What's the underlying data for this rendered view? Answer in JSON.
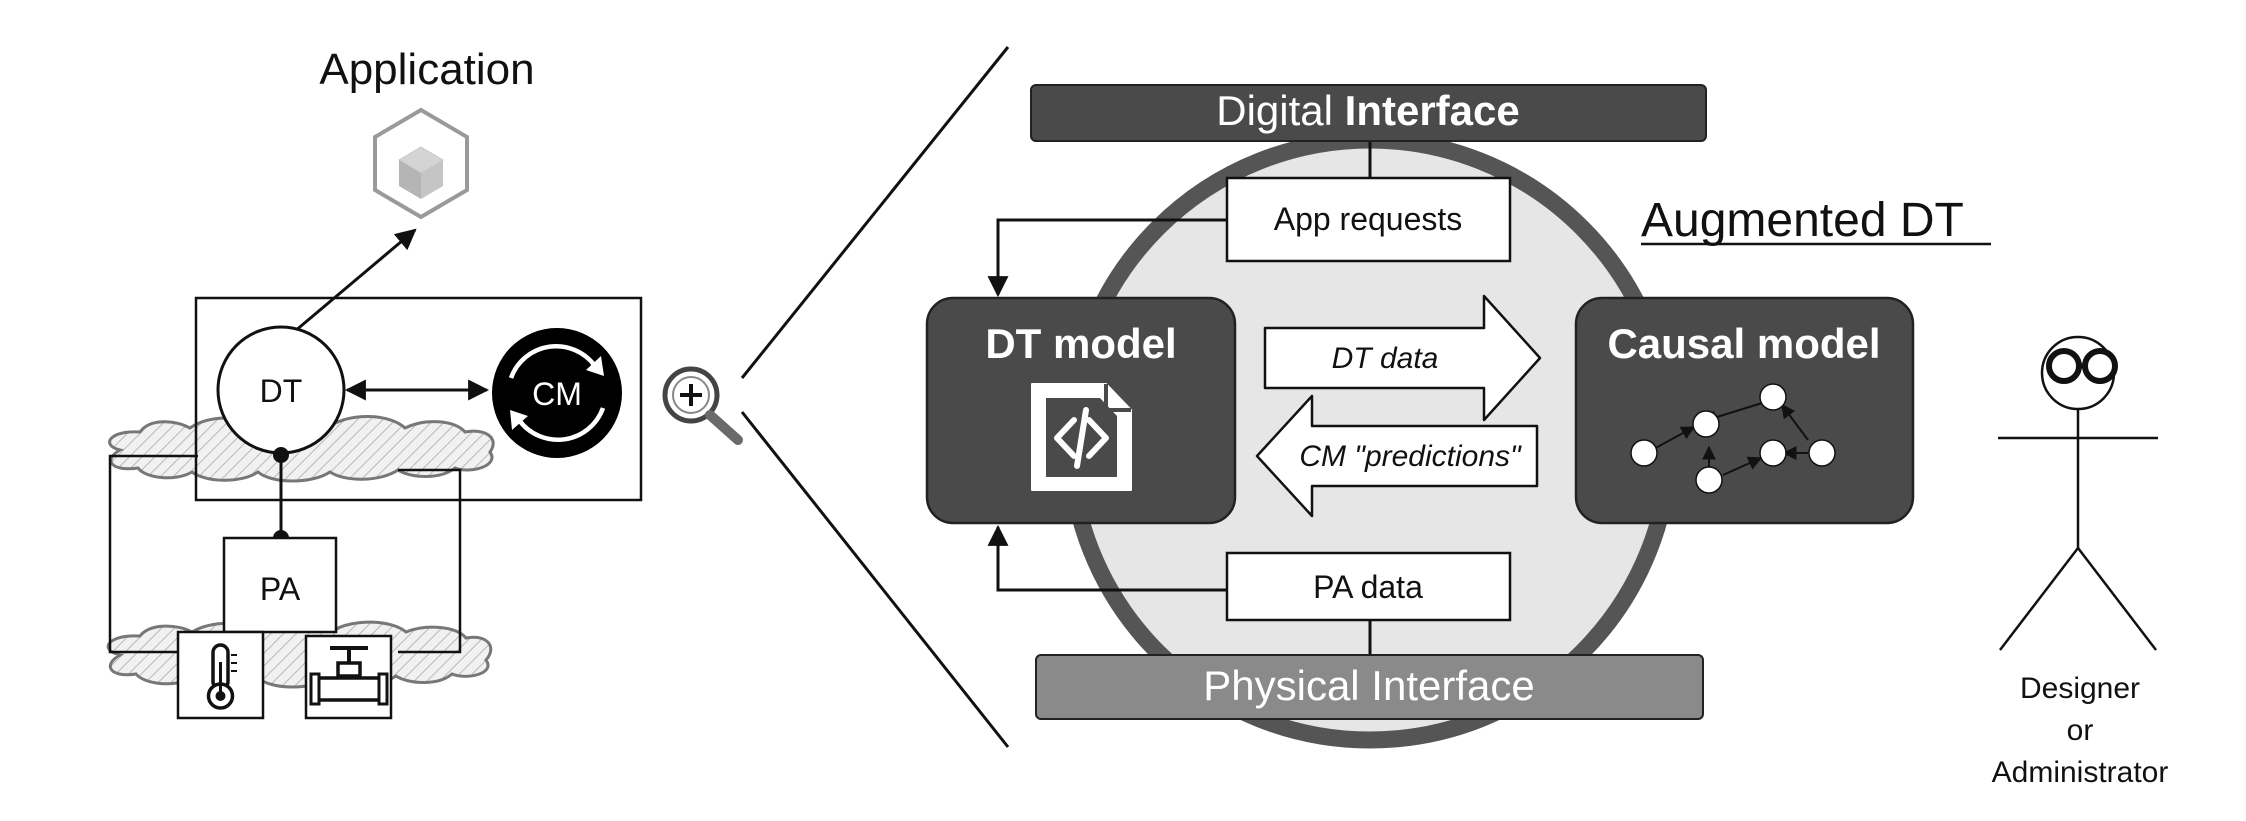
{
  "left_panel": {
    "application_label": "Application",
    "dt_label": "DT",
    "cm_label": "CM",
    "pa_label": "PA"
  },
  "augmented_dt": {
    "title": "Augmented DT",
    "digital_interface": {
      "prefix": "Digital ",
      "bold": "Interface"
    },
    "physical_interface": "Physical Interface",
    "app_requests": "App requests",
    "pa_data": "PA data",
    "dt_model": "DT model",
    "causal_model": "Causal model",
    "dt_data": "DT data",
    "cm_predictions": "CM \"predictions\""
  },
  "actor": {
    "line1": "Designer",
    "line2": "or",
    "line3": "Administrator"
  },
  "icons": [
    "cube-icon",
    "refresh-cycle-icon",
    "thermometer-icon",
    "valve-icon",
    "zoom-in-icon",
    "code-file-icon",
    "causal-graph-icon",
    "stick-figure-icon"
  ]
}
